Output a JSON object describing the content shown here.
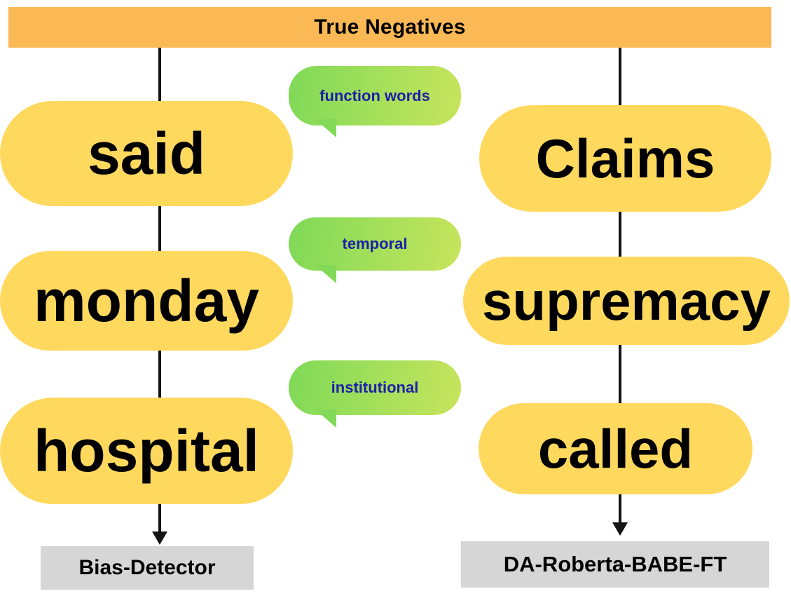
{
  "header": {
    "title": "True Negatives",
    "background_color": "#fbb956",
    "text_color": "#000000"
  },
  "colors": {
    "pill_yellow": "#ffd95e",
    "bubble_green_start": "#7ed957",
    "bubble_green_end": "#c8e45c",
    "bubble_text_navy": "#1e1ea8",
    "model_box_gray": "#d6d6d6",
    "connector_black": "#141414"
  },
  "columns": [
    {
      "name": "left-column",
      "model_label": "Bias-Detector",
      "words": [
        {
          "label": "said"
        },
        {
          "label": "monday"
        },
        {
          "label": "hospital"
        }
      ]
    },
    {
      "name": "right-column",
      "model_label": "DA-Roberta-BABE-FT",
      "words": [
        {
          "label": "Claims"
        },
        {
          "label": "supremacy"
        },
        {
          "label": "called"
        }
      ]
    }
  ],
  "annotations": [
    {
      "label": "function words"
    },
    {
      "label": "temporal"
    },
    {
      "label": "institutional"
    }
  ]
}
